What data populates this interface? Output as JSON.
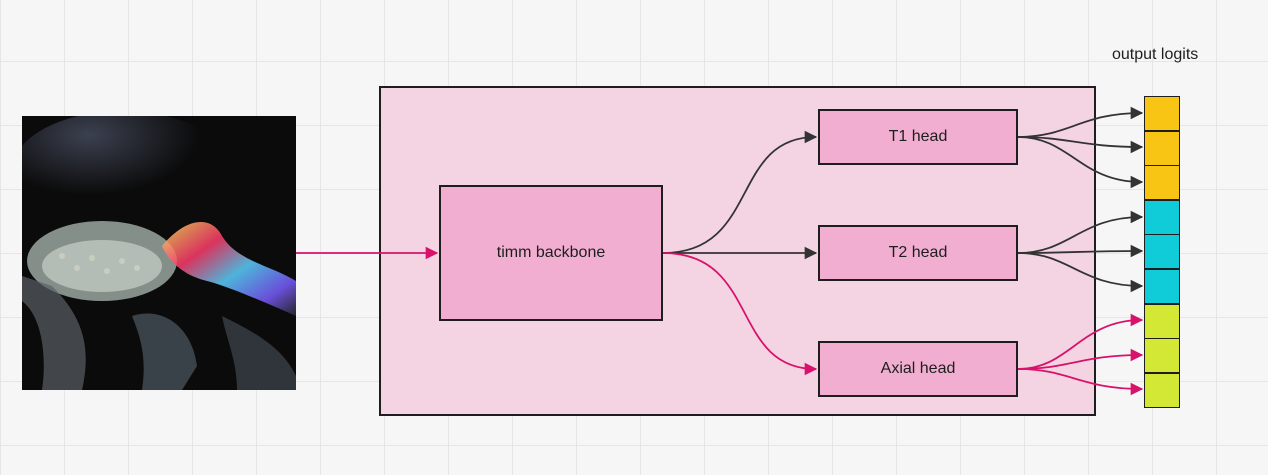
{
  "diagram": {
    "backbone_label": "timm backbone",
    "heads": [
      {
        "label": "T1 head",
        "color": "#f1aed0"
      },
      {
        "label": "T2 head",
        "color": "#f1aed0"
      },
      {
        "label": "Axial head",
        "color": "#f1aed0"
      }
    ],
    "output_title": "output logits",
    "logit_groups": [
      {
        "head": "T1 head",
        "color": "#f8c515",
        "count": 3
      },
      {
        "head": "T2 head",
        "color": "#10ccd8",
        "count": 3
      },
      {
        "head": "Axial head",
        "color": "#d3e834",
        "count": 3
      }
    ],
    "colors": {
      "frame_fill": "#f4d4e3",
      "box_fill": "#f1aed0",
      "dark_arrow": "#333333",
      "pink_arrow": "#d8126b"
    }
  }
}
